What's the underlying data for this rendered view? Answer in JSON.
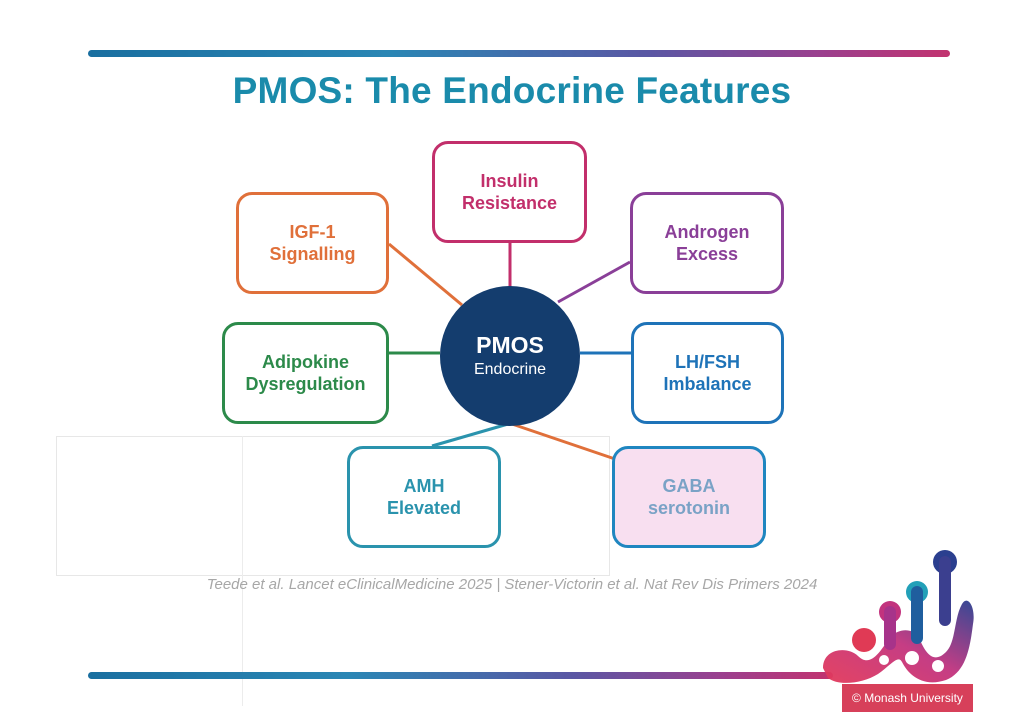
{
  "title": "PMOS: The Endocrine Features",
  "center": {
    "line1": "PMOS",
    "line2": "Endocrine"
  },
  "nodes": {
    "insulin": {
      "line1": "Insulin",
      "line2": "Resistance",
      "color": "#c22f6b"
    },
    "igf": {
      "line1": "IGF-1",
      "line2": "Signalling",
      "color": "#e0703a"
    },
    "androgen": {
      "line1": "Androgen",
      "line2": "Excess",
      "color": "#8a3f98"
    },
    "adipokine": {
      "line1": "Adipokine",
      "line2": "Dysregulation",
      "color": "#2c8a4a"
    },
    "lhfsh": {
      "line1": "LH/FSH",
      "line2": "Imbalance",
      "color": "#1e73b8"
    },
    "amh": {
      "line1": "AMH",
      "line2": "Elevated",
      "color": "#2a93ad"
    },
    "gaba": {
      "line1": "GABA",
      "line2": "serotonin",
      "color": "#1f86c0"
    }
  },
  "citation": "Teede et al. Lancet eClinicalMedicine 2025 | Stener-Victorin et al. Nat Rev Dis Primers 2024",
  "copyright": "© Monash University",
  "colors": {
    "title": "#1a8bab",
    "center_fill": "#143d6e"
  },
  "icons": [
    "monash-logo"
  ]
}
